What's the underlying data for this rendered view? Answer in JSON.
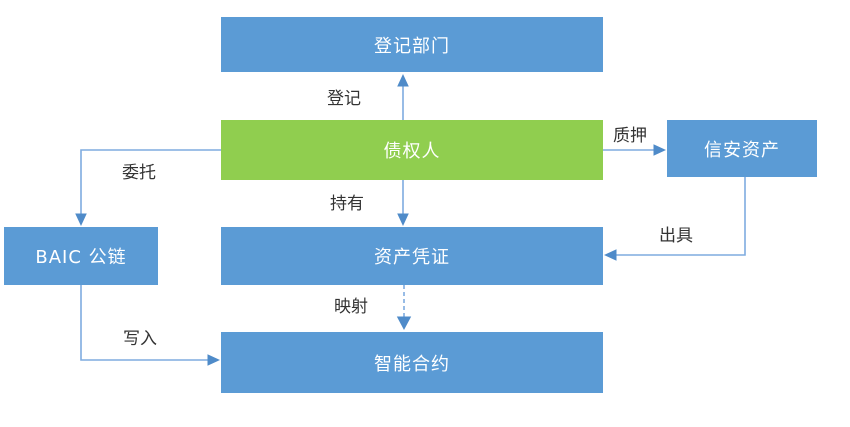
{
  "colors": {
    "box_blue": "#5B9BD5",
    "box_green": "#90CE4F",
    "arrow_line": "#7FACDF",
    "arrow_head": "#4F8BC9",
    "node_text": "#FFFFFF",
    "edge_text": "#333333",
    "background": "#FFFFFF"
  },
  "nodes": {
    "registration_dept": {
      "label": "登记部门"
    },
    "creditor": {
      "label": "债权人"
    },
    "xinan_assets": {
      "label": "信安资产"
    },
    "baic_chain": {
      "label": "BAIC 公链"
    },
    "asset_certificate": {
      "label": "资产凭证"
    },
    "smart_contract": {
      "label": "智能合约"
    }
  },
  "edges": {
    "register": {
      "label": "登记",
      "from": "creditor",
      "to": "registration_dept",
      "style": "solid"
    },
    "pledge": {
      "label": "质押",
      "from": "creditor",
      "to": "xinan_assets",
      "style": "solid"
    },
    "entrust": {
      "label": "委托",
      "from": "creditor",
      "to": "baic_chain",
      "style": "solid"
    },
    "hold": {
      "label": "持有",
      "from": "creditor",
      "to": "asset_certificate",
      "style": "solid"
    },
    "issue": {
      "label": "出具",
      "from": "xinan_assets",
      "to": "asset_certificate",
      "style": "solid"
    },
    "mapping": {
      "label": "映射",
      "from": "asset_certificate",
      "to": "smart_contract",
      "style": "dashed"
    },
    "write": {
      "label": "写入",
      "from": "baic_chain",
      "to": "smart_contract",
      "style": "solid"
    }
  }
}
